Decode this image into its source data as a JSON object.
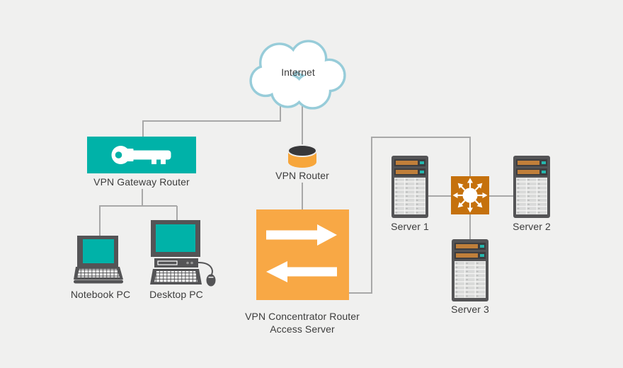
{
  "diagram": {
    "type": "vpn-network-topology",
    "background_color": "#f0f0ef",
    "colors": {
      "teal": "#00b2a8",
      "orange": "#f8a845",
      "switch_orange": "#c5710d",
      "cloud_stroke": "#97ccd9",
      "connector_gray": "#a8a8a8",
      "device_gray": "#545456",
      "server_bar_orange": "#c07f3a",
      "server_bar_teal": "#25b6ad",
      "label_text": "#3c3c3c"
    },
    "nodes": {
      "internet": {
        "label": "Internet",
        "icon": "cloud-icon"
      },
      "vpn_gateway_router": {
        "label": "VPN Gateway Router",
        "icon": "key-icon"
      },
      "vpn_router": {
        "label": "VPN Router",
        "icon": "router-cylinder-icon"
      },
      "vpn_concentrator": {
        "label_line1": "VPN Concentrator Router",
        "label_line2": "Access Server",
        "icon": "bidirectional-arrows-icon"
      },
      "notebook_pc": {
        "label": "Notebook PC",
        "icon": "notebook-icon"
      },
      "desktop_pc": {
        "label": "Desktop PC",
        "icon": "desktop-icon"
      },
      "switch": {
        "icon": "switch-hub-icon"
      },
      "server1": {
        "label": "Server 1",
        "icon": "server-icon"
      },
      "server2": {
        "label": "Server 2",
        "icon": "server-icon"
      },
      "server3": {
        "label": "Server 3",
        "icon": "server-icon"
      }
    },
    "connections": [
      {
        "from": "internet",
        "to": "vpn_gateway_router"
      },
      {
        "from": "internet",
        "to": "vpn_router"
      },
      {
        "from": "vpn_router",
        "to": "vpn_concentrator"
      },
      {
        "from": "vpn_gateway_router",
        "to": "notebook_pc"
      },
      {
        "from": "vpn_gateway_router",
        "to": "desktop_pc"
      },
      {
        "from": "vpn_concentrator",
        "to": "switch"
      },
      {
        "from": "switch",
        "to": "server1"
      },
      {
        "from": "switch",
        "to": "server2"
      },
      {
        "from": "switch",
        "to": "server3"
      }
    ]
  }
}
